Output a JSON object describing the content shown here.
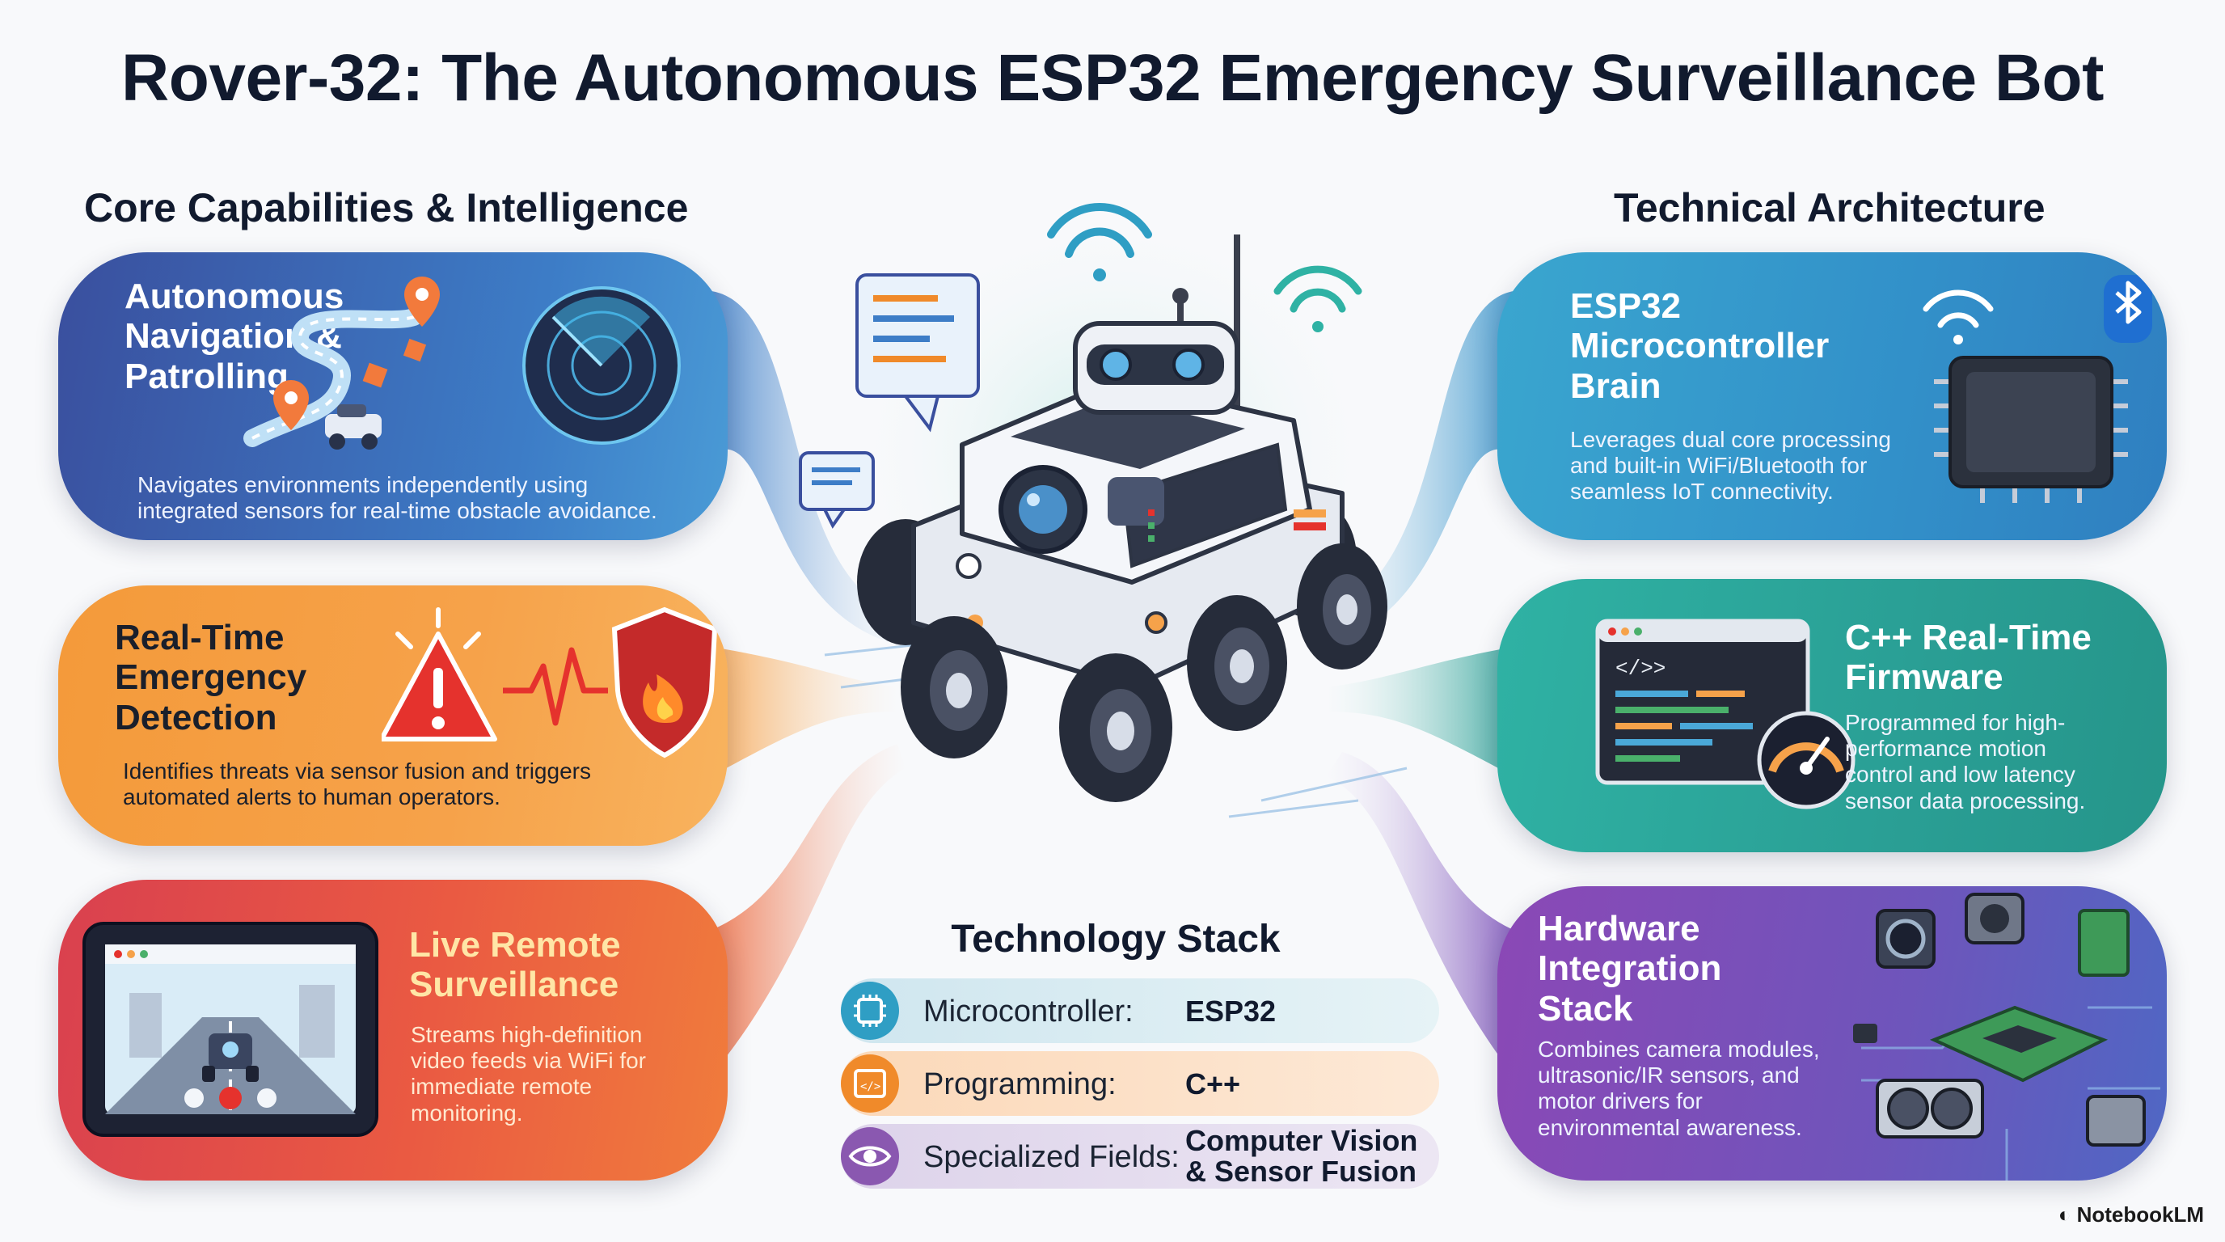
{
  "title": "Rover-32: The Autonomous ESP32 Emergency Surveillance Bot",
  "sections": {
    "left_heading": "Core Capabilities & Intelligence",
    "right_heading": "Technical Architecture"
  },
  "capabilities": [
    {
      "title_lines": [
        "Autonomous",
        "Navigation &",
        "Patrolling"
      ],
      "description_lines": [
        "Navigates environments independently using",
        "integrated sensors for real-time obstacle avoidance."
      ],
      "icons": [
        "map-pin-icon",
        "rover-car-icon",
        "radar-icon"
      ]
    },
    {
      "title_lines": [
        "Real-Time",
        "Emergency",
        "Detection"
      ],
      "description_lines": [
        "Identifies threats via sensor fusion and triggers",
        "automated alerts to human operators."
      ],
      "icons": [
        "warning-triangle-icon",
        "heartbeat-pulse-icon",
        "fire-shield-icon"
      ]
    },
    {
      "title_lines": [
        "Live Remote",
        "Surveillance"
      ],
      "description_lines": [
        "Streams high-definition",
        "video feeds via WiFi for",
        "immediate remote",
        "monitoring."
      ],
      "icons": [
        "tablet-video-feed-icon"
      ]
    }
  ],
  "architecture": [
    {
      "title_lines": [
        "ESP32",
        "Microcontroller",
        "Brain"
      ],
      "description_lines": [
        "Leverages dual core processing",
        "and built-in WiFi/Bluetooth for",
        "seamless IoT connectivity."
      ],
      "icons": [
        "wifi-icon",
        "bluetooth-icon",
        "microchip-icon"
      ]
    },
    {
      "title_lines": [
        "C++ Real-Time",
        "Firmware"
      ],
      "description_lines": [
        "Programmed for high-",
        "performance motion",
        "control and low latency",
        "sensor data processing."
      ],
      "icons": [
        "code-window-icon",
        "speedometer-icon"
      ]
    },
    {
      "title_lines": [
        "Hardware",
        "Integration",
        "Stack"
      ],
      "description_lines": [
        "Combines camera modules,",
        "ultrasonic/IR sensors, and",
        "motor drivers for",
        "environmental awareness."
      ],
      "icons": [
        "circuit-board-icon",
        "camera-module-icon",
        "ultrasonic-sensor-icon"
      ]
    }
  ],
  "tech_stack": {
    "title": "Technology Stack",
    "rows": [
      {
        "label": "Microcontroller:",
        "value_lines": [
          "ESP32"
        ],
        "icon": "chip-icon",
        "color": "#2f9ec4"
      },
      {
        "label": "Programming:",
        "value_lines": [
          "C++"
        ],
        "icon": "code-icon",
        "color": "#f08a2a"
      },
      {
        "label": "Specialized Fields:",
        "value_lines": [
          "Computer Vision",
          "& Sensor Fusion"
        ],
        "icon": "eye-icon",
        "color": "#8a58b0"
      }
    ]
  },
  "center": {
    "icon": "rover-robot-icon"
  },
  "badge": "NotebookLM",
  "colors": {
    "nav": "#3d6fbf",
    "emergency": "#f49a3a",
    "surveillance": "#e24f47",
    "esp32": "#3498cb",
    "firmware": "#2aa397",
    "hardware": "#7a50b8"
  }
}
